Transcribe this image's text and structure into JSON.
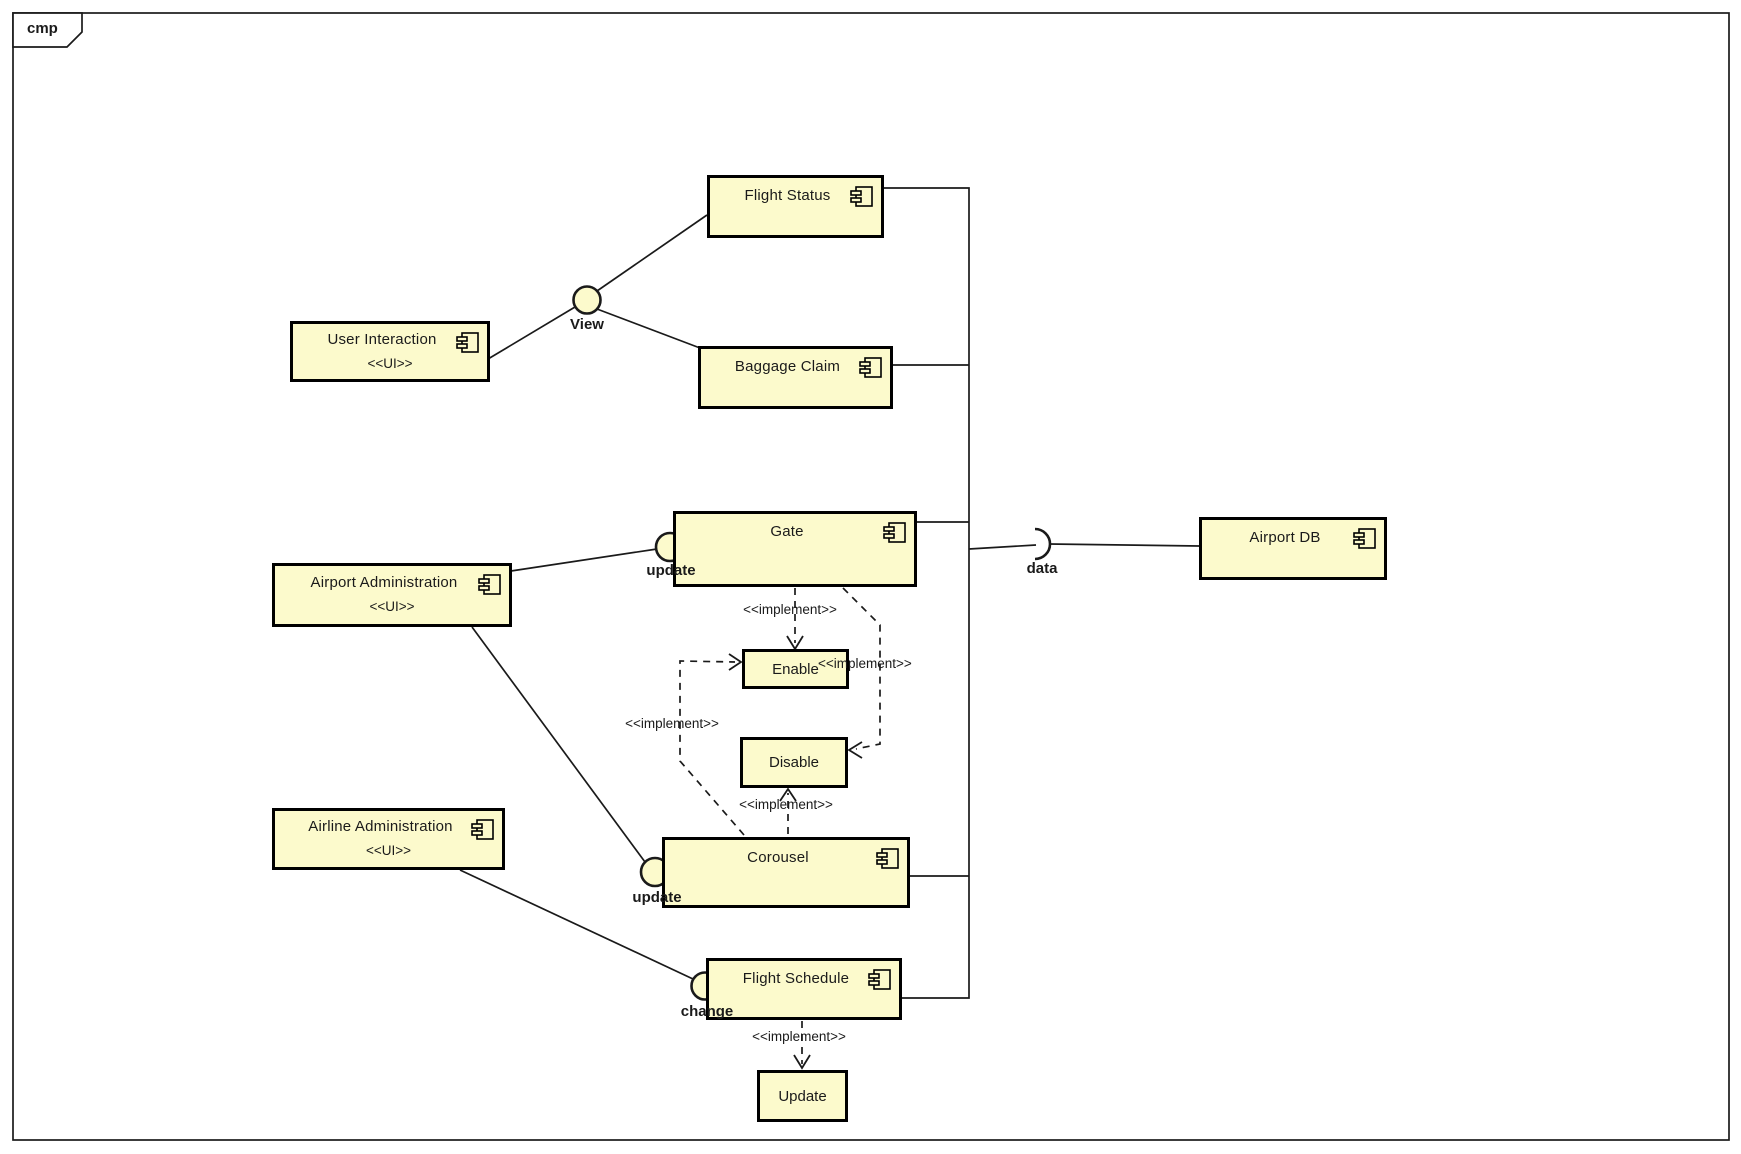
{
  "frame": {
    "label": "cmp"
  },
  "colors": {
    "component_fill": "#FCFACC",
    "line": "#1a1a1a",
    "background": "#ffffff"
  },
  "components": [
    {
      "label": "Flight Status"
    },
    {
      "label": "User Interaction",
      "stereotype": "<<UI>>"
    },
    {
      "label": "Baggage Claim"
    },
    {
      "label": "Gate"
    },
    {
      "label": "Airport Administration",
      "stereotype": "<<UI>>"
    },
    {
      "label": "Airline Administration",
      "stereotype": "<<UI>>"
    },
    {
      "label": "Corousel"
    },
    {
      "label": "Flight Schedule"
    },
    {
      "label": "Airport DB"
    }
  ],
  "classes": [
    {
      "label": "Enable"
    },
    {
      "label": "Disable"
    },
    {
      "label": "Update"
    }
  ],
  "interfaces": {
    "view": "View",
    "gate_update": "update",
    "corousel_update": "update",
    "change": "change",
    "data": "data"
  },
  "dependency_label": "<<implement>>"
}
